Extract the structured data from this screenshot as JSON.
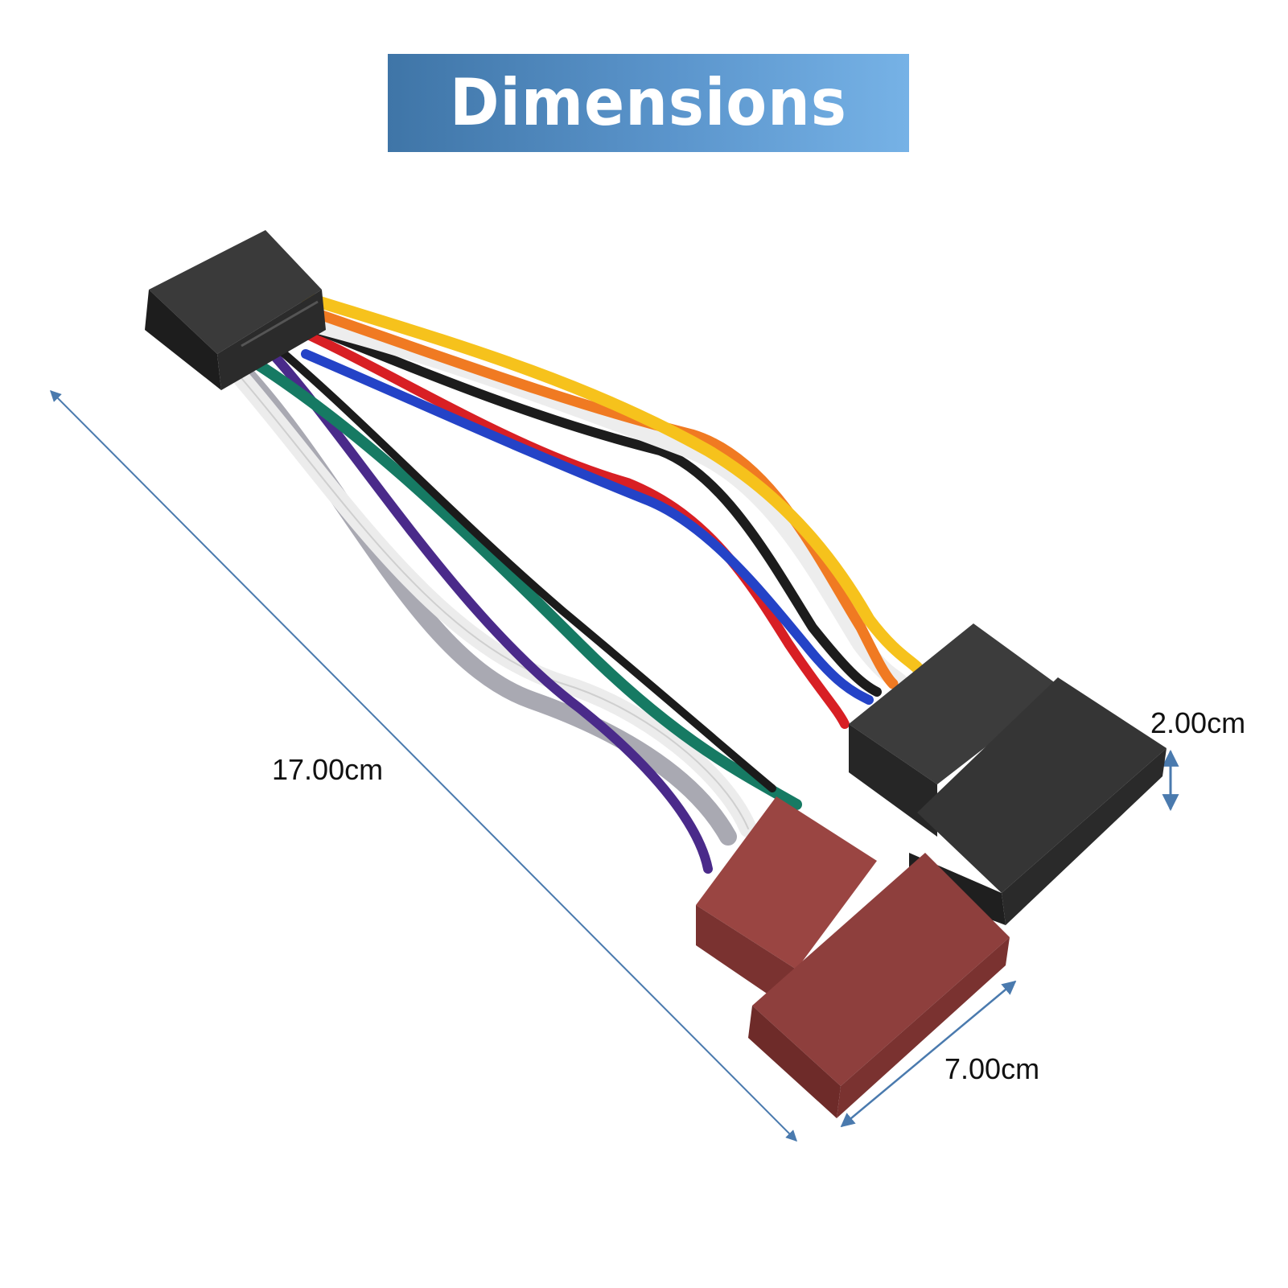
{
  "header": {
    "title": "Dimensions"
  },
  "dimensions": {
    "length": "17.00cm",
    "width": "7.00cm",
    "height": "2.00cm"
  },
  "colors": {
    "banner_start": "#3f75a7",
    "banner_end": "#76b2e6",
    "arrow": "#4a7aae",
    "iso_connector": "#8e3f3d",
    "black_connector": "#2c2c2c"
  },
  "wire_colors": [
    "yellow",
    "orange",
    "white",
    "black",
    "red",
    "blue",
    "purple",
    "green",
    "grey"
  ]
}
